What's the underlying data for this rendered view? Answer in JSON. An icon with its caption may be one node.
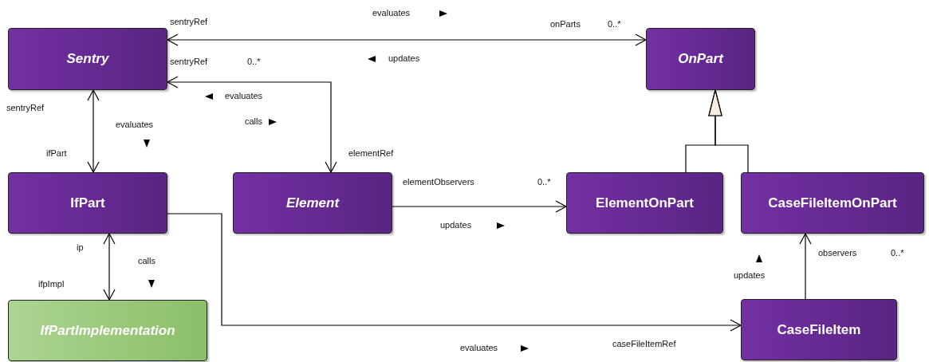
{
  "diagram": {
    "nodes": [
      {
        "text": [
          "Sentry"
        ]
      },
      {
        "text": [
          "OnPart"
        ]
      },
      {
        "text": [
          "IfPart"
        ]
      },
      {
        "text": [
          "Element"
        ]
      },
      {
        "text": [
          "ElementOnPart"
        ]
      },
      {
        "text": [
          "CaseFileItemOnPart"
        ]
      },
      {
        "text": [
          "IfPartImplementation"
        ]
      },
      {
        "text": [
          "CaseFileItem"
        ]
      }
    ],
    "edges": [
      {
        "from": 0,
        "to": 1,
        "arrow": "both"
      },
      {
        "from": 0,
        "to": 3,
        "arrow": "both"
      },
      {
        "from": 0,
        "to": 2,
        "arrow": "both"
      },
      {
        "from": 2,
        "to": 6,
        "arrow": "both"
      },
      {
        "from": 2,
        "to": 7,
        "arrow": "to"
      },
      {
        "from": 3,
        "to": 4,
        "arrow": "to"
      },
      {
        "from": 7,
        "to": 5,
        "arrow": "to"
      },
      {
        "from": 4,
        "to": 1,
        "arrow": "to"
      },
      {
        "from": 5,
        "to": 1,
        "arrow": "to"
      }
    ],
    "labels": [
      "evaluates",
      "sentryRef",
      "onParts",
      "0..*",
      "sentryRef",
      "0..*",
      "updates",
      "evaluates",
      "sentryRef",
      "evaluates",
      "calls",
      "ifPart",
      "elementRef",
      "elementObservers",
      "0..*",
      "updates",
      "ip",
      "calls",
      "ifpImpl",
      "observers",
      "0..*",
      "updates",
      "evaluates",
      "caseFileItemRef"
    ]
  }
}
